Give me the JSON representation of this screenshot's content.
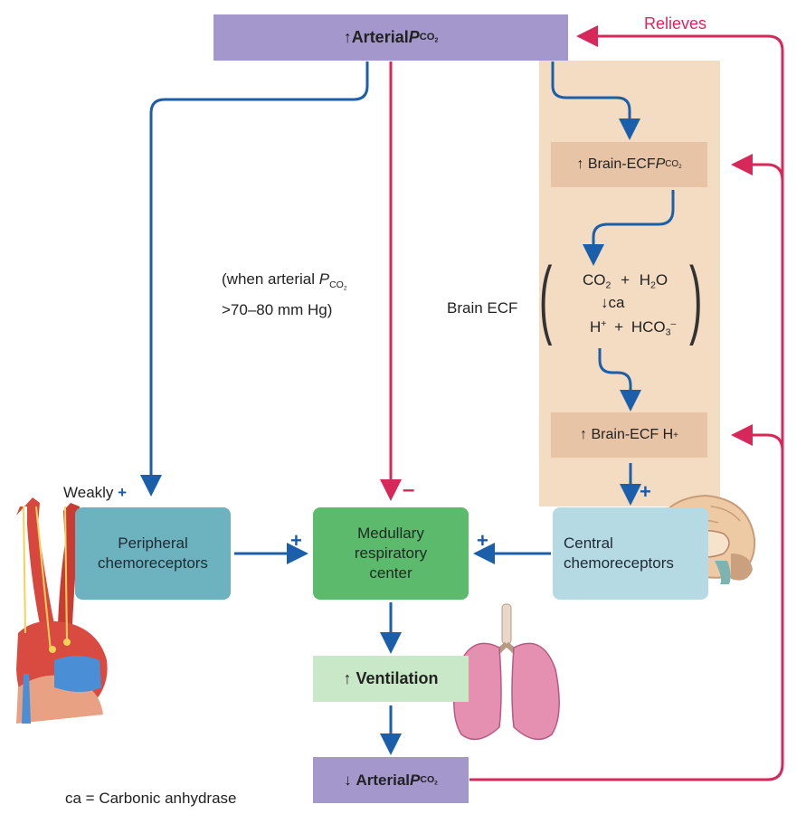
{
  "colors": {
    "blue_arrow": "#1b5ea9",
    "red_arrow": "#d6285a",
    "purple_box": "#a497cc",
    "brain_panel": "#f4dcc3",
    "brain_box": "#e8c4a6",
    "peripheral_box": "#6db3bf",
    "medullary_box": "#5cba6c",
    "central_box": "#b6dae4",
    "ventilation_box": "#c9e8c8"
  },
  "top_box": {
    "arrow": "↑",
    "label": "Arterial ",
    "p": "P",
    "sub": "CO",
    "sub2": "2"
  },
  "bottom_box": {
    "arrow": "↓",
    "label": "Arterial ",
    "p": "P",
    "sub": "CO",
    "sub2": "2"
  },
  "relieves": "Relieves",
  "brain_ecf_pco2": {
    "arrow": "↑",
    "label": "Brain-ECF ",
    "p": "P",
    "sub": "CO",
    "sub2": "2"
  },
  "brain_ecf_h": {
    "arrow": "↑",
    "label": "Brain-ECF H",
    "sup": "+"
  },
  "brain_ecf_label": "Brain ECF",
  "reaction": {
    "line1_a": "CO",
    "line1_a_sub": "2",
    "line1_plus": "+",
    "line1_b": "H",
    "line1_b_sub": "2",
    "line1_b2": "O",
    "line2_arrow": "↓",
    "line2_ca": "ca",
    "line3_a": "H",
    "line3_a_sup": "+",
    "line3_plus": "+",
    "line3_b": "HCO",
    "line3_b_sub": "3",
    "line3_b_sup": "–"
  },
  "condition": {
    "line1": "(when arterial ",
    "p": "P",
    "sub": "CO",
    "sub2": "2",
    "line2": ">70–80 mm Hg)"
  },
  "weakly": "Weakly",
  "plus": "+",
  "minus": "–",
  "peripheral": {
    "line1": "Peripheral",
    "line2": "chemoreceptors"
  },
  "medullary": {
    "line1": "Medullary",
    "line2": "respiratory",
    "line3": "center"
  },
  "central": {
    "line1": "Central",
    "line2": "chemoreceptors"
  },
  "ventilation": {
    "arrow": "↑",
    "label": "Ventilation"
  },
  "footnote": "ca = Carbonic anhydrase"
}
